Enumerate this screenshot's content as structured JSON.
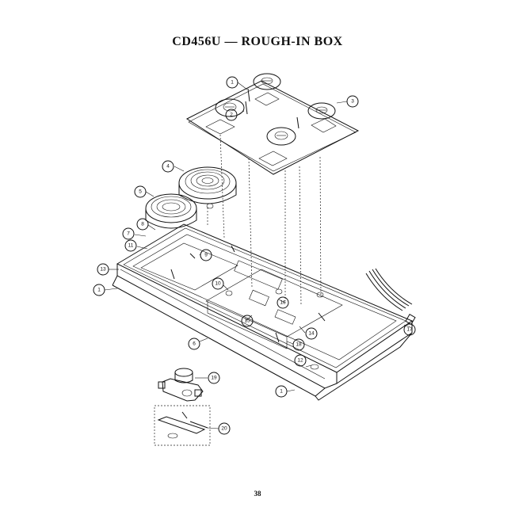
{
  "title": "CD456U — ROUGH-IN BOX",
  "page_number": "38",
  "callouts": [
    "1",
    "2",
    "3",
    "4",
    "5",
    "6",
    "7",
    "8",
    "9",
    "10",
    "11",
    "12",
    "13",
    "14",
    "15",
    "16",
    "17",
    "18",
    "19",
    "20"
  ]
}
